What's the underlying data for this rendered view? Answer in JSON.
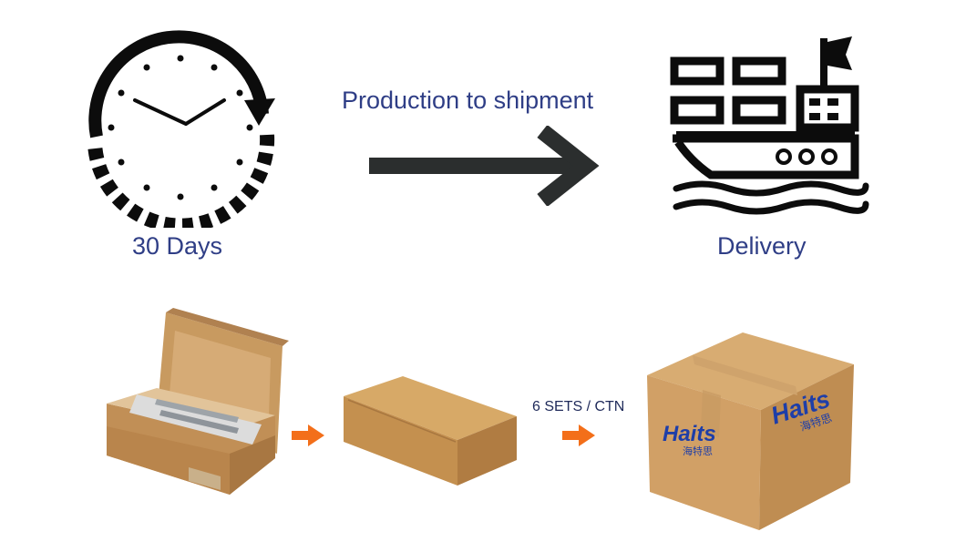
{
  "top_row": {
    "lead_time_label": "30 Days",
    "process_label": "Production to shipment",
    "delivery_label": "Delivery"
  },
  "bottom_row": {
    "carton_label": "6 SETS / CTN",
    "brand_logo": {
      "text": "Haits",
      "subtext": "海特思"
    }
  },
  "colors": {
    "text_blue": "#2f3e86",
    "arrow_dark": "#2b2e2e",
    "arrow_orange": "#f36f1a",
    "cardboard": "#c99a62",
    "brand_blue": "#1e3ea8"
  }
}
